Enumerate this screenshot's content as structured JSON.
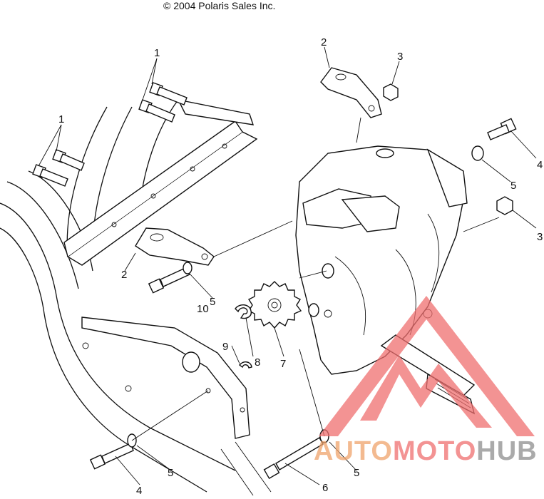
{
  "copyright": "© 2004 Polaris Sales Inc.",
  "callouts": {
    "c1a": "1",
    "c1b": "1",
    "c2a": "2",
    "c2b": "2",
    "c3a": "3",
    "c3b": "3",
    "c4a": "4",
    "c4b": "4",
    "c5a": "5",
    "c5b": "5",
    "c5c": "5",
    "c5d": "5",
    "c6": "6",
    "c7": "7",
    "c8": "8",
    "c9": "9",
    "c10": "10"
  },
  "watermark": {
    "part1": "AUTO",
    "part2": "MOTO",
    "part3": "HUB",
    "color_orange": "#f0a36b",
    "color_red": "#ef6f6f",
    "color_gray": "#8e8e8e"
  }
}
